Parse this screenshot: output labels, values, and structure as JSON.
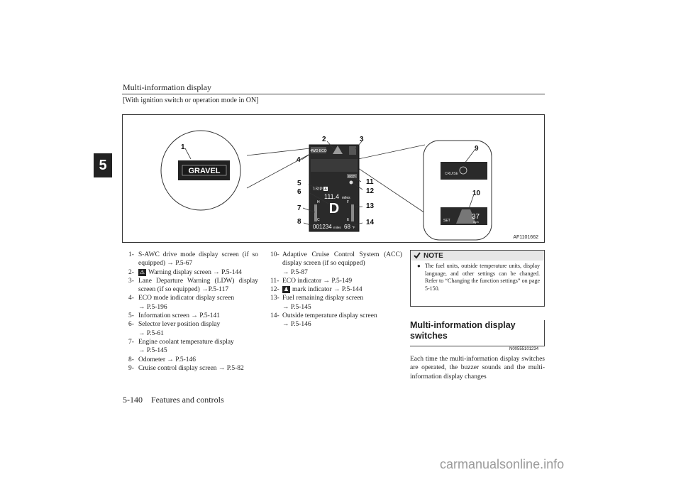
{
  "header": {
    "title": "Multi-information display",
    "condition": "[With ignition switch or operation mode in ON]"
  },
  "section_tab": "5",
  "figure": {
    "code": "AF1101662",
    "callouts": [
      "1",
      "2",
      "3",
      "4",
      "5",
      "6",
      "7",
      "8",
      "9",
      "10",
      "11",
      "12",
      "13",
      "14"
    ],
    "gravel_label": "GRAVEL",
    "trip_label": "TRIP",
    "trip_letter": "A",
    "trip_value": "111.4",
    "trip_unit": "miles",
    "gear": "D",
    "odometer": "001234",
    "odo_unit": "miles",
    "temp": "68",
    "temp_unit": "°F",
    "mode_chips": "4WD ECO",
    "eco_chip": "ECO",
    "gauge_h": "H",
    "gauge_c": "C",
    "gauge_f": "F",
    "gauge_e": "E",
    "cruise_label": "CRUISE",
    "set_label": "SET",
    "acc_speed": "37",
    "acc_unit": "mph"
  },
  "list_left": [
    {
      "n": "1-",
      "text": "S-AWC drive mode display screen (if so equipped) → P.5-67"
    },
    {
      "n": "2-",
      "text": "Warning display screen → P.5-144"
    },
    {
      "n": "3-",
      "text": "Lane Departure Warning (LDW) display screen (if so equipped) →P.5-117"
    },
    {
      "n": "4-",
      "text": "ECO mode indicator display screen"
    },
    {
      "n": "",
      "text": "→ P.5-196"
    },
    {
      "n": "5-",
      "text": "Information screen → P.5-141"
    },
    {
      "n": "6-",
      "text": "Selector lever position display"
    },
    {
      "n": "",
      "text": "→ P.5-61"
    },
    {
      "n": "7-",
      "text": "Engine coolant temperature display"
    },
    {
      "n": "",
      "text": "→ P.5-145"
    },
    {
      "n": "8-",
      "text": "Odometer → P.5-146"
    },
    {
      "n": "9-",
      "text": "Cruise control display screen → P.5-82"
    }
  ],
  "list_right": [
    {
      "n": "10-",
      "text": "Adaptive Cruise Control System (ACC) display screen (if so equipped)"
    },
    {
      "n": "",
      "text": "→ P.5-87"
    },
    {
      "n": "11-",
      "text": "ECO indicator → P.5-149"
    },
    {
      "n": "12-",
      "text": "mark indicator → P.5-144"
    },
    {
      "n": "13-",
      "text": "Fuel remaining display screen"
    },
    {
      "n": "",
      "text": "→ P.5-145"
    },
    {
      "n": "14-",
      "text": "Outside temperature display screen"
    },
    {
      "n": "",
      "text": "→ P.5-146"
    }
  ],
  "note": {
    "heading": "NOTE",
    "text": "The fuel units, outside temperature units, display language, and other settings can be changed. Refer to “Changing the function settings” on page 5-150."
  },
  "section": {
    "title": "Multi-information display switches",
    "code": "N00555101234",
    "body": "Each time the multi-information display switches are operated, the buzzer sounds and the multi-information display changes"
  },
  "footer": "5-140    Features and controls",
  "watermark": "carmanualsonline.info"
}
